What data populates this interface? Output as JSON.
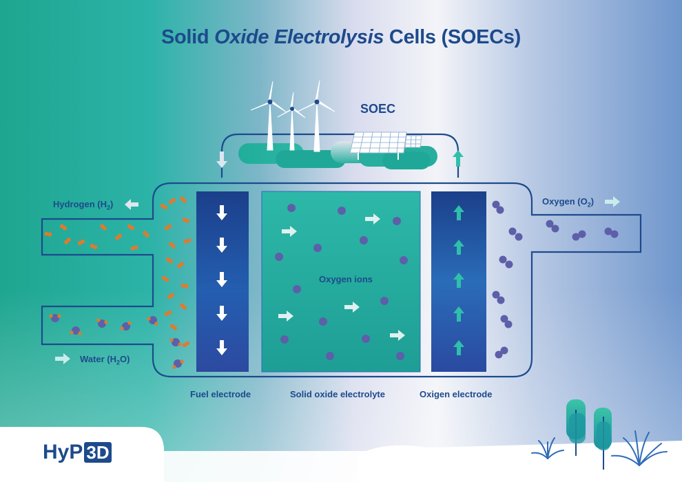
{
  "title": {
    "part1": "Solid ",
    "part2": "Oxide Electrolysis",
    "part3": " Cells (SOECs)"
  },
  "labels": {
    "soec": "SOEC",
    "hydrogen": "Hydrogen (H",
    "hydrogen_sub": "2",
    "close_paren": ")",
    "oxygen": "Oxygen (O",
    "oxygen_sub": "2",
    "water": "Water (H",
    "water_sub": "2",
    "water_end": "O)",
    "oxygen_ions": "Oxygen ions",
    "fuel_electrode": "Fuel electrode",
    "electrolyte": "Solid oxide electrolyte",
    "oxygen_electrode": "Oxigen electrode"
  },
  "brand": {
    "prefix": "HyP",
    "boxed": "3D"
  },
  "colors": {
    "navy": "#1d4a8c",
    "teal": "#1ea696",
    "orange": "#e07a2e",
    "molecule": "#5d5fa8"
  }
}
